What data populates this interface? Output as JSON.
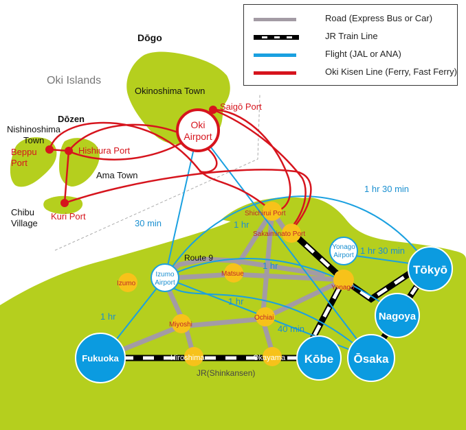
{
  "legend": {
    "road": "Road (Express Bus or Car)",
    "train": "JR Train Line",
    "flight": "Flight (JAL or ANA)",
    "ferry": "Oki Kisen Line (Ferry, Fast Ferry)"
  },
  "colors": {
    "land": "#b5cf1e",
    "road": "#a39ba4",
    "flight": "#1aa0e0",
    "ferry": "#d6141d",
    "city_hub": "#0b9be0",
    "station": "#f7c21a",
    "red_text": "#d6141d",
    "flight_text": "#1a8fd0"
  },
  "labels": {
    "oki_islands": "Oki Islands",
    "dogo": "Dōgo",
    "okinoshima": "Okinoshima Town",
    "saigo": "Saigō Port",
    "oki_airport_1": "Oki",
    "oki_airport_2": "Airport",
    "dozen": "Dōzen",
    "nishinoshima_1": "Nishinoshima",
    "nishinoshima_2": "Town",
    "beppu_1": "Beppu",
    "beppu_2": "Port",
    "hishiura": "Hishiura Port",
    "ama": "Ama Town",
    "chibu_1": "Chibu",
    "chibu_2": "Village",
    "kuri": "Kuri Port",
    "shichirui": "Shichirui Port",
    "sakaiminato": "Sakaiminato Port",
    "yonago_airport_1": "Yonago",
    "yonago_airport_2": "Airport",
    "route9": "Route 9",
    "izumo_airport_1": "Izumo",
    "izumo_airport_2": "Airport",
    "izumo": "Izumo",
    "matsue": "Matsue",
    "yonago": "Yonago",
    "miyoshi": "Miyoshi",
    "ochiai": "Ochiai",
    "hiroshima": "Hiroshima",
    "okayama": "Okayama",
    "jr_shinkansen": "JR(Shinkansen)",
    "tokyo": "Tōkyō",
    "nagoya": "Nagoya",
    "fukuoka": "Fukuoka",
    "kobe": "Kōbe",
    "osaka": "Ōsaka",
    "t_30min": "30 min",
    "t_1hr_a": "1 hr",
    "t_1hr_b": "1 hr",
    "t_1hr_c": "1 hr",
    "t_1hr_d": "1 hr",
    "t_1hr30_a": "1 hr 30 min",
    "t_1hr30_b": "1 hr 30 min",
    "t_40min": "40 min"
  }
}
